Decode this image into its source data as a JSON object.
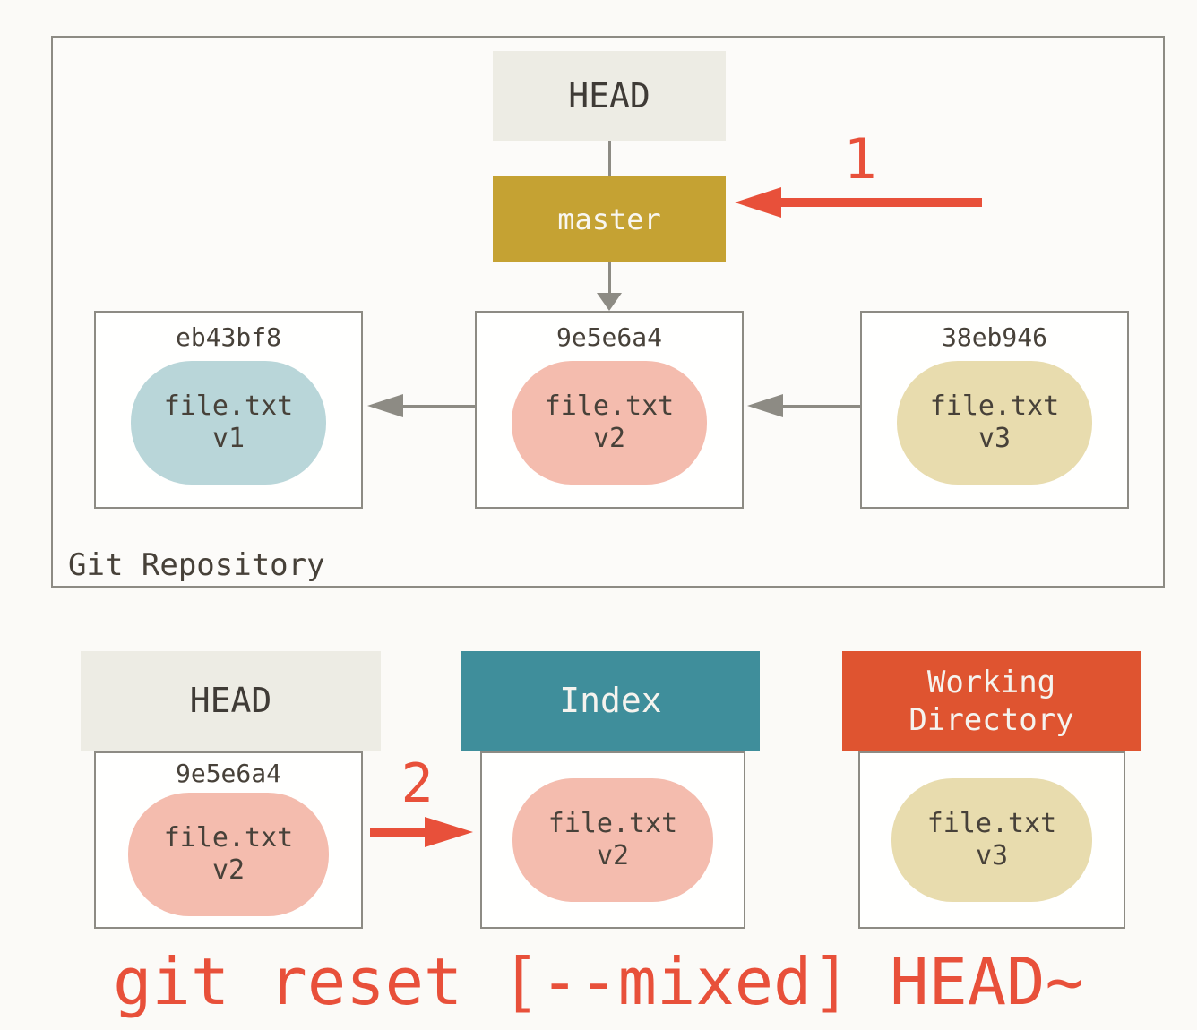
{
  "colors": {
    "accent_red": "#e8503a",
    "workdir_header_red": "#df5430",
    "index_teal": "#3f8e9b",
    "branch_gold": "#c5a233",
    "head_beige": "#edece4",
    "blob_blue": "#b9d6d9",
    "blob_pink": "#f4bcae",
    "blob_tan": "#e8dcae",
    "border_gray": "#8d8b84",
    "text_dark": "#474139",
    "background": "#fbfaf7"
  },
  "repository": {
    "label": "Git Repository",
    "head_ref": "HEAD",
    "branch_ref": "master",
    "commits": [
      {
        "hash": "eb43bf8",
        "file_name": "file.txt",
        "file_version": "v1"
      },
      {
        "hash": "9e5e6a4",
        "file_name": "file.txt",
        "file_version": "v2"
      },
      {
        "hash": "38eb946",
        "file_name": "file.txt",
        "file_version": "v3"
      }
    ]
  },
  "steps": {
    "step1": "1",
    "step2": "2"
  },
  "areas": {
    "head": {
      "title": "HEAD",
      "hash": "9e5e6a4",
      "file_name": "file.txt",
      "file_version": "v2"
    },
    "index": {
      "title": "Index",
      "file_name": "file.txt",
      "file_version": "v2"
    },
    "working_directory": {
      "title": "Working Directory",
      "file_name": "file.txt",
      "file_version": "v3"
    }
  },
  "caption": "git reset [--mixed] HEAD~"
}
